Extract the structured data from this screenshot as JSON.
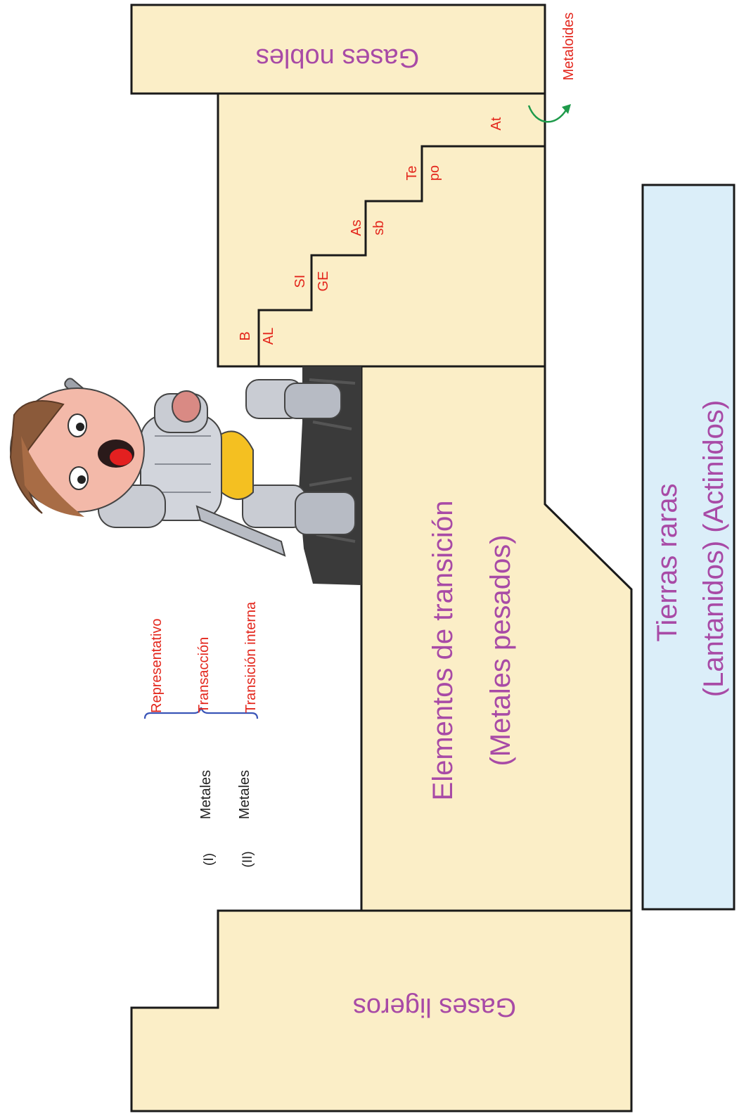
{
  "regions": {
    "gases_nobles": "Gases nobles",
    "gases_ligeros": "Gases ligeros",
    "transicion_line1": "Elementos de transición",
    "transicion_line2": "(Metales pesados)",
    "tierras_line1": "Tierras raras",
    "tierras_line2": "(Lantanidos) (Actinidos)"
  },
  "metaloides": {
    "label": "Metaloides",
    "elements": [
      "B",
      "AL",
      "SI",
      "GE",
      "As",
      "sb",
      "Te",
      "po",
      "At"
    ]
  },
  "legend": {
    "row1_numeral": "(I)",
    "row1_word": "Metales",
    "row2_numeral": "(II)",
    "row2_word": "Metales",
    "branch1": "Representativo",
    "branch2": "Transacción",
    "branch3": "Transición interna"
  },
  "colors": {
    "block_fill": "#fbeec7",
    "rare_earth_fill": "#dbeef9",
    "region_label": "#a84aa6",
    "element_label": "#e3261c",
    "arrow": "#1e9a4a",
    "brace": "#3a55b8"
  }
}
